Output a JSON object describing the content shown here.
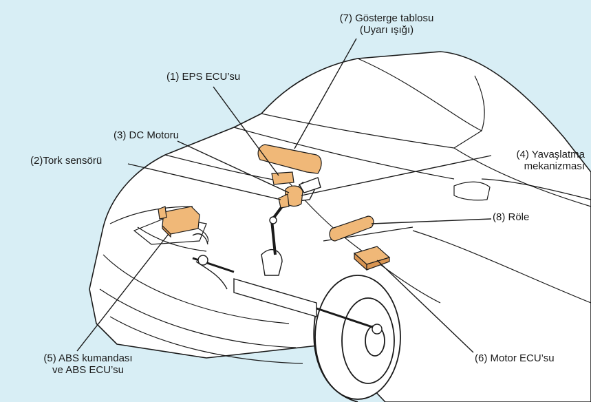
{
  "colors": {
    "background": "#d8eef5",
    "component_fill": "#f0b878",
    "component_shade": "#d99552",
    "outline": "#1a1a1a",
    "car_fill": "#ffffff"
  },
  "labels": {
    "eps_ecu": "(1) EPS ECU’su",
    "torque_sensor": "(2)Tork sensörü",
    "dc_motor": "(3) DC Motoru",
    "reduction_line1": "(4) Yavaşlatma",
    "reduction_line2": "mekanizması",
    "abs_line1": "(5) ABS kumandası",
    "abs_line2": "ve ABS ECU’su",
    "engine_ecu": "(6) Motor ECU’su",
    "combination_meter_line1": "(7) Gösterge tablosu",
    "combination_meter_line2": "(Uyarı ışığı)",
    "relay": "(8) Röle"
  }
}
